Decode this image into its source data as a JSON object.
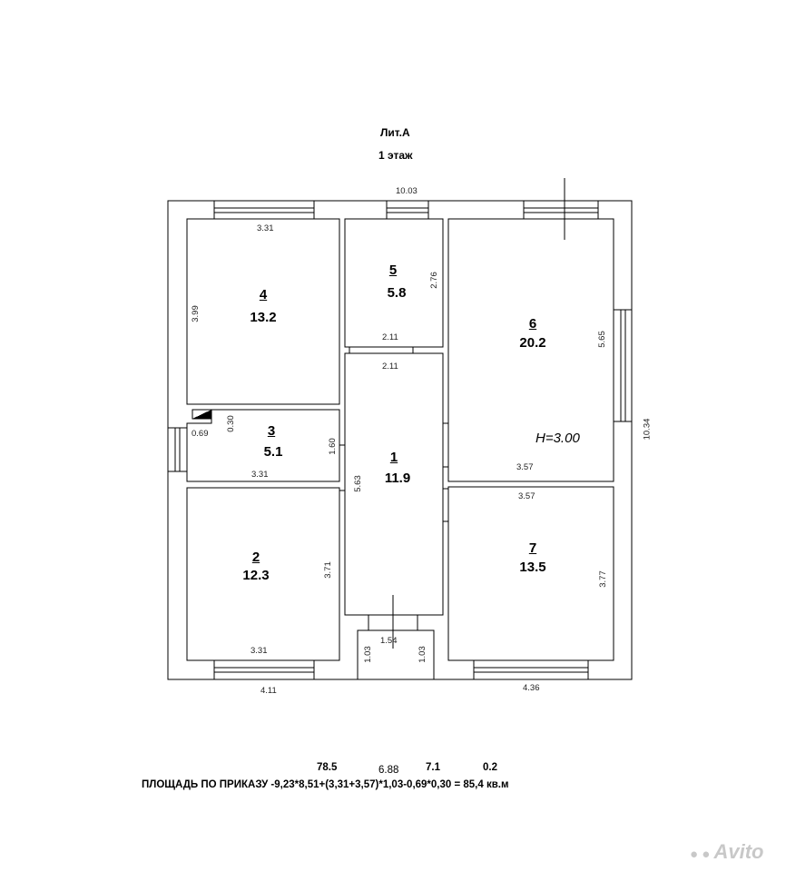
{
  "header": {
    "lit": "Лит.А",
    "floor": "1 этаж"
  },
  "rooms": [
    {
      "num": "1",
      "area": "11.9"
    },
    {
      "num": "2",
      "area": "12.3"
    },
    {
      "num": "3",
      "area": "5.1"
    },
    {
      "num": "4",
      "area": "13.2"
    },
    {
      "num": "5",
      "area": "5.8"
    },
    {
      "num": "6",
      "area": "20.2"
    },
    {
      "num": "7",
      "area": "13.5"
    }
  ],
  "ceiling_height": "H=3.00",
  "dimensions": {
    "overall_top": "10.03",
    "overall_right": "10.34",
    "bottom_left": "4.11",
    "bottom_right": "4.36",
    "r4_top": "3.31",
    "r4_left": "3.99",
    "r5_right": "2.76",
    "r5_bottom": "2.11",
    "r1_top": "2.11",
    "r1_left": "5.63",
    "r6_right": "5.65",
    "r6_bottom": "3.57",
    "r7_top": "3.57",
    "r7_right": "3.77",
    "r3_top_left": "0.69",
    "r3_niche": "0.30",
    "r3_right": "1.60",
    "r3_bottom": "3.31",
    "r2_right": "3.71",
    "r2_bottom": "3.31",
    "porch_width": "1.54",
    "porch_left": "1.03",
    "porch_right": "1.03"
  },
  "formula": {
    "line": "ПЛОЩАДЬ ПО ПРИКАЗУ -9,23*8,51+(3,31+3,57)*1,03-0,69*0,30 = 85,4 кв.м",
    "n1": "78.5",
    "n2": "6.88",
    "n3": "7.1",
    "n4": "0.2"
  },
  "watermark": "Avito"
}
